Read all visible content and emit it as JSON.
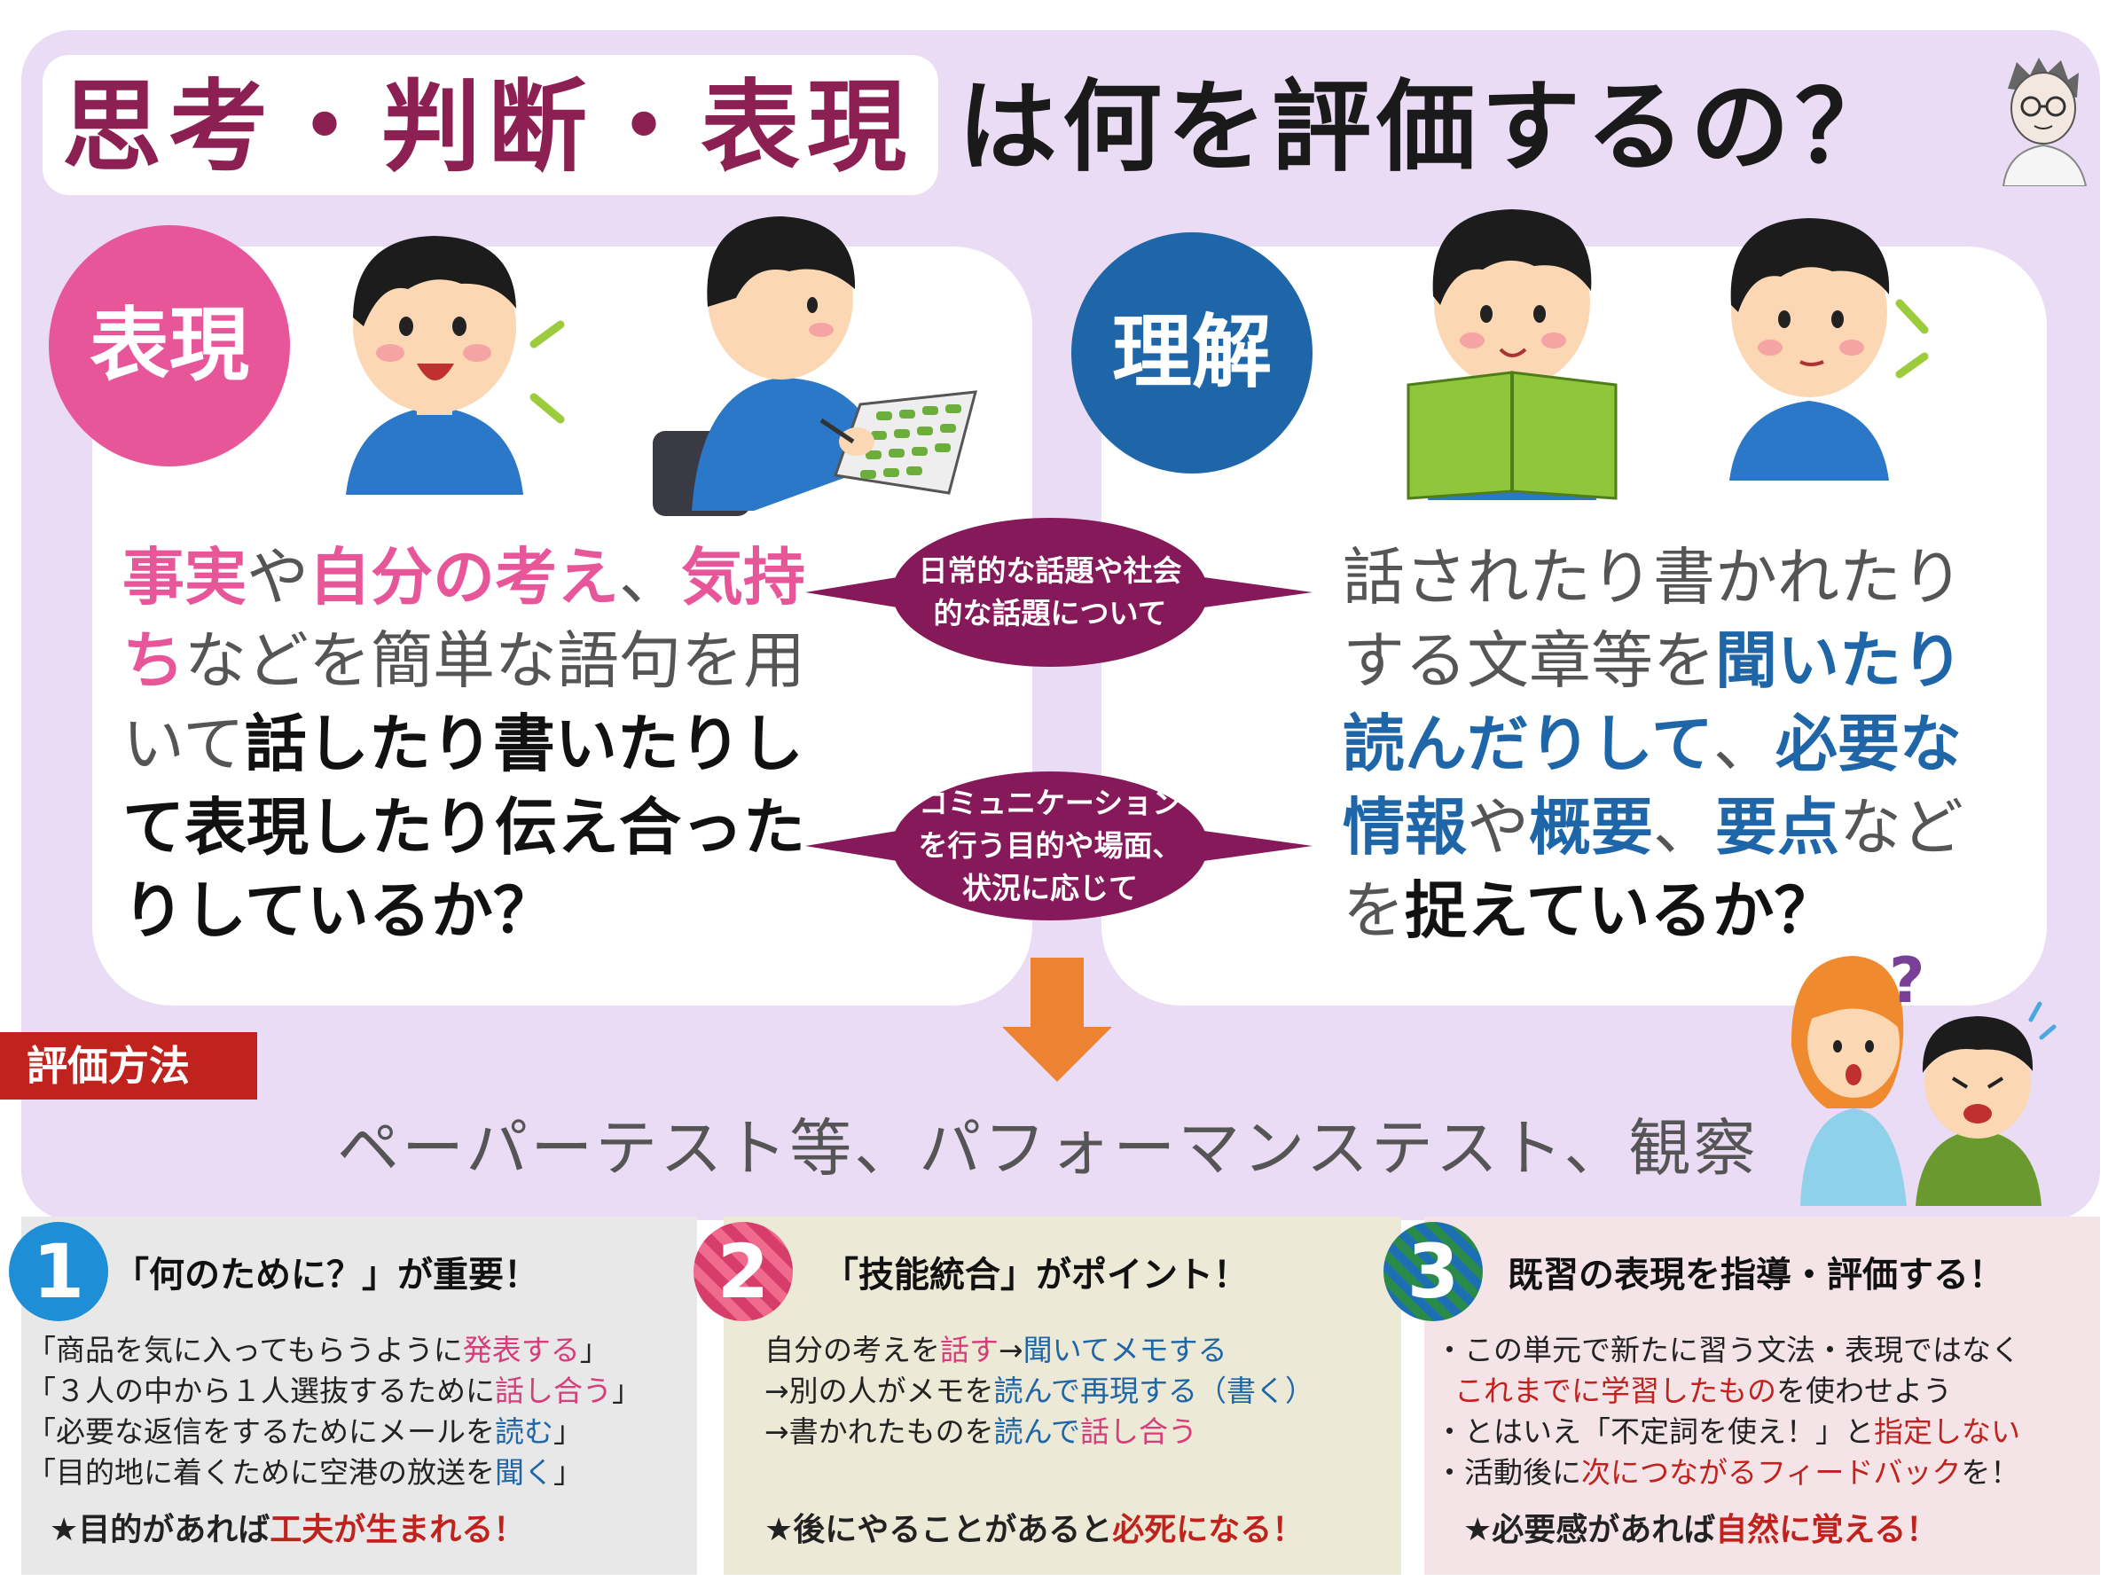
{
  "title": {
    "highlight": "思考・判断・表現",
    "rest": "は何を評価するの？"
  },
  "left_card": {
    "badge": "表現",
    "parts": [
      {
        "text": "事実",
        "style": "pink"
      },
      {
        "text": "や",
        "style": "muted"
      },
      {
        "text": "自分の考え",
        "style": "pink"
      },
      {
        "text": "、",
        "style": "muted"
      },
      {
        "text": "気持ち",
        "style": "pink"
      },
      {
        "text": "などを簡単な語句を用いて",
        "style": "muted"
      },
      {
        "text": "話したり書いたりして表現したり伝え合ったりしているか？",
        "style": "dark"
      }
    ]
  },
  "right_card": {
    "badge": "理解",
    "parts": [
      {
        "text": "話されたり書かれたりする文章等を",
        "style": "muted"
      },
      {
        "text": "聞いたり読んだりして",
        "style": "blue"
      },
      {
        "text": "、",
        "style": "muted"
      },
      {
        "text": "必要な情報",
        "style": "blue"
      },
      {
        "text": "や",
        "style": "muted"
      },
      {
        "text": "概要",
        "style": "blue"
      },
      {
        "text": "、",
        "style": "muted"
      },
      {
        "text": "要点",
        "style": "blue"
      },
      {
        "text": "などを",
        "style": "muted"
      },
      {
        "text": "捉えているか？",
        "style": "dark"
      }
    ]
  },
  "lens_top": "日常的な話題や社会的な話題について",
  "lens_bottom": "コミュニケーションを行う目的や場面、状況に応じて",
  "method": {
    "label": "評価方法",
    "text": "ペーパーテスト等、パフォーマンステスト、観察"
  },
  "tips": [
    {
      "number": "1",
      "heading": "「何のために？」が重要！",
      "lines": [
        [
          {
            "t": "「商品を気に入ってもらうように"
          },
          {
            "t": "発表する",
            "c": "pk"
          },
          {
            "t": "」"
          }
        ],
        [
          {
            "t": "「３人の中から１人選抜するために"
          },
          {
            "t": "話し合う",
            "c": "pk"
          },
          {
            "t": "」"
          }
        ],
        [
          {
            "t": "「必要な返信をするためにメールを"
          },
          {
            "t": "読む",
            "c": "bl"
          },
          {
            "t": "」"
          }
        ],
        [
          {
            "t": "「目的地に着くために空港の放送を"
          },
          {
            "t": "聞く",
            "c": "bl"
          },
          {
            "t": "」"
          }
        ]
      ],
      "note": [
        {
          "t": "★目的があれば"
        },
        {
          "t": "工夫が生まれる！"
        }
      ]
    },
    {
      "number": "2",
      "heading": "「技能統合」がポイント！",
      "lines": [
        [
          {
            "t": "自分の考えを"
          },
          {
            "t": "話す",
            "c": "pk"
          },
          {
            "t": "→"
          },
          {
            "t": "聞いてメモする",
            "c": "bl"
          }
        ],
        [
          {
            "t": "→別の人がメモを"
          },
          {
            "t": "読んで再現する（書く）",
            "c": "bl"
          }
        ],
        [
          {
            "t": "→書かれたものを"
          },
          {
            "t": "読んで",
            "c": "bl"
          },
          {
            "t": "話し合う",
            "c": "pk"
          }
        ]
      ],
      "note": [
        {
          "t": "★後にやることがあると"
        },
        {
          "t": "必死になる！"
        }
      ]
    },
    {
      "number": "3",
      "heading": "既習の表現を指導・評価する！",
      "lines": [
        [
          {
            "t": "・この単元で新たに習う文法・表現ではなく"
          }
        ],
        [
          {
            "t": "これまでに学習したもの",
            "c": "red"
          },
          {
            "t": "を使わせよう"
          }
        ],
        [
          {
            "t": "・とはいえ「不定詞を使え！」と"
          },
          {
            "t": "指定しない",
            "c": "red"
          }
        ],
        [
          {
            "t": "・活動後に"
          },
          {
            "t": "次につながるフィードバック",
            "c": "red"
          },
          {
            "t": "を！"
          }
        ]
      ],
      "note": [
        {
          "t": "★必要感があれば"
        },
        {
          "t": "自然に覚える！"
        }
      ]
    }
  ],
  "colors": {
    "panel": "#e9dcf4",
    "title_accent": "#8c2052",
    "pink": "#e8569a",
    "blue": "#1f66a9",
    "lens": "#86195a",
    "method_label": "#c0221d",
    "arrow": "#ee8233"
  },
  "illustrations": [
    "speaking-boy-illustration",
    "writing-boy-illustration",
    "reading-boy-illustration",
    "listening-boy-illustration",
    "confused-people-illustration",
    "author-avatar-sketch"
  ]
}
